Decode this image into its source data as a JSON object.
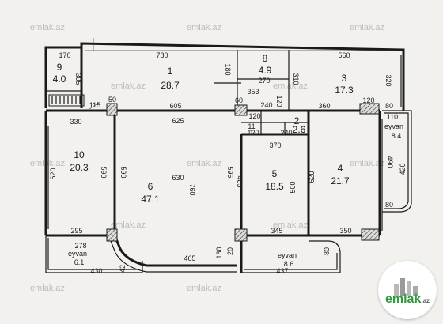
{
  "watermark": "emlak.az",
  "rooms": [
    {
      "num": "1",
      "area": "28.7"
    },
    {
      "num": "8",
      "area": "4.9"
    },
    {
      "num": "3",
      "area": "17.3"
    },
    {
      "num": "9",
      "area": "4.0"
    },
    {
      "num": "10",
      "area": "20.3"
    },
    {
      "num": "6",
      "area": "47.1"
    },
    {
      "num": "5",
      "area": "18.5"
    },
    {
      "num": "4",
      "area": "21.7"
    },
    {
      "num": "2",
      "area": "2.6"
    },
    {
      "num": "11",
      "area": "1"
    }
  ],
  "balconies": [
    {
      "label": "eyvan",
      "area": "8.4"
    },
    {
      "label": "eyvan",
      "area": "6.1"
    },
    {
      "label": "eyvan",
      "area": "8.6"
    }
  ],
  "dimensions": {
    "d170": "170",
    "d780": "780",
    "d560": "560",
    "d305": "305",
    "d180": "180",
    "d270": "270",
    "d353": "353",
    "d310": "310",
    "d320": "320",
    "d115": "115",
    "d50": "50",
    "d605": "605",
    "d60": "60",
    "d240a": "240",
    "d360": "360",
    "d120a": "120",
    "d80a": "80",
    "d110": "110",
    "d330": "330",
    "d625": "625",
    "d120b": "120",
    "d120c": "120",
    "d240b": "240",
    "d120d": "120",
    "d370": "370",
    "d490": "490",
    "d420": "420",
    "d620a": "620",
    "d590a": "590",
    "d590b": "590",
    "d630": "630",
    "d760": "760",
    "d595": "595",
    "d485": "485",
    "d500": "500",
    "d620b": "620",
    "d80b": "80",
    "d295": "295",
    "d278": "278",
    "d345": "345",
    "d350": "350",
    "d465": "465",
    "d160": "160",
    "d20": "20",
    "d430": "430",
    "d42": "42",
    "d437": "437",
    "d80c": "80"
  },
  "logo": {
    "name": "emlak",
    "tld": ".az"
  }
}
